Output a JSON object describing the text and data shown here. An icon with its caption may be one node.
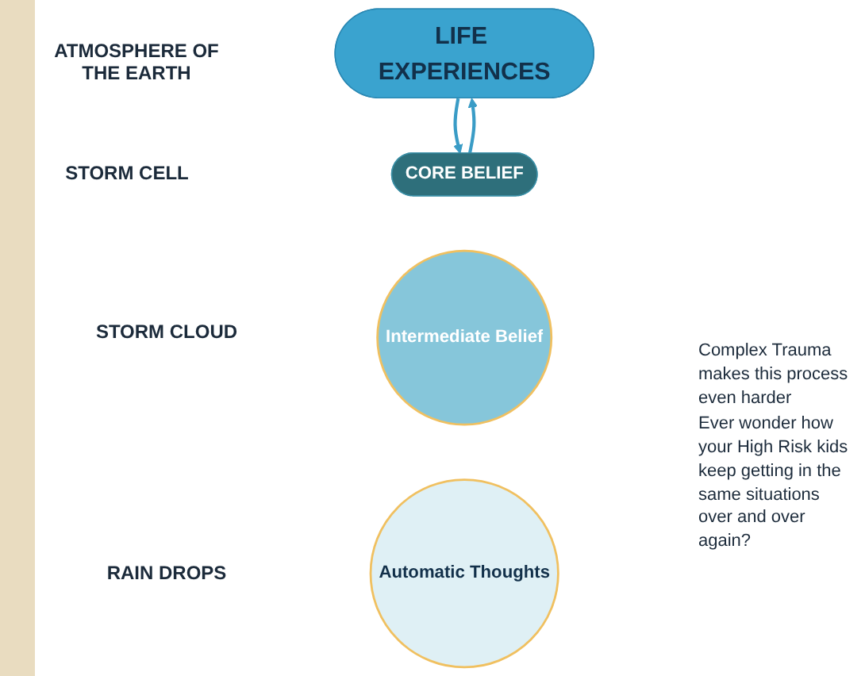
{
  "diagram": {
    "nodes": [
      {
        "text": [
          "LIFE EXPERIENCES"
        ]
      },
      {
        "text": [
          "CORE BELIEF"
        ]
      },
      {
        "text": [
          "Intermediate Belief"
        ]
      },
      {
        "text": [
          "Automatic Thoughts"
        ]
      }
    ],
    "edges": [
      {
        "from": 1,
        "to": 0,
        "arrow": "to"
      },
      {
        "from": 0,
        "to": 1,
        "arrow": "to"
      }
    ],
    "labels": [
      "ATMOSPHERE OF THE EARTH",
      "STORM CELL",
      "STORM CLOUD",
      "RAIN DROPS",
      "Complex Trauma makes this process even harder",
      "Ever wonder how your High Risk kids keep getting in the same situations over and over again?"
    ]
  }
}
